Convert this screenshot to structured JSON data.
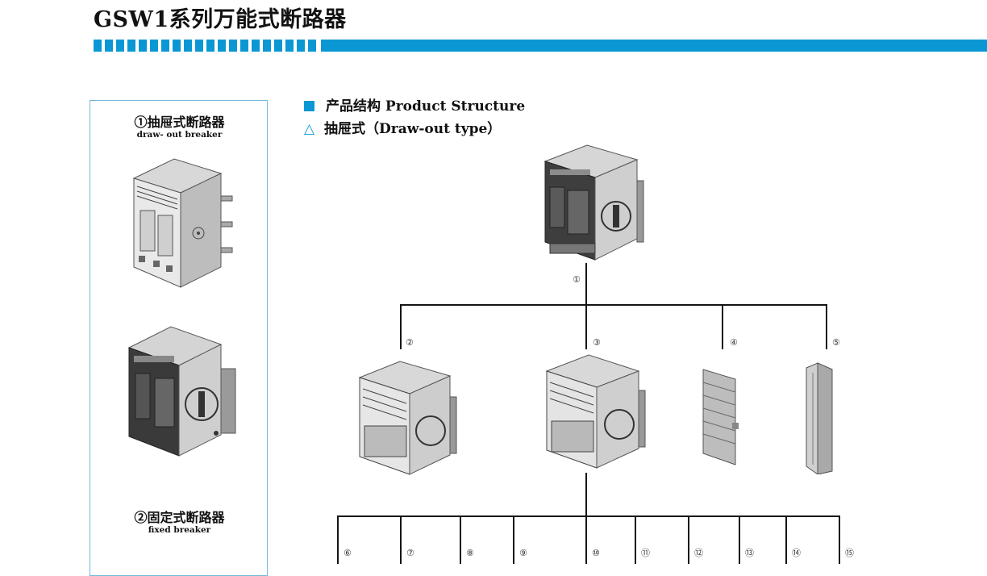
{
  "header": {
    "title": "GSW1系列万能式断路器"
  },
  "colors": {
    "accent": "#0a97d4"
  },
  "side_panel": {
    "items": [
      {
        "cn": "①抽屉式断路器",
        "en": "draw- out breaker"
      },
      {
        "cn": "②固定式断路器",
        "en": "fixed breaker"
      }
    ]
  },
  "main": {
    "section_heading": "产品结构 Product Structure",
    "subheading": "抽屉式（Draw-out type）",
    "section_icon": "blue-square-icon",
    "subheading_icon": "triangle-outline-icon"
  },
  "diagram": {
    "labels": {
      "l1": "①",
      "l2": "②",
      "l3": "③",
      "l4": "④",
      "l5": "⑤",
      "l6": "⑥",
      "l7": "⑦",
      "l8": "⑧",
      "l9": "⑨",
      "l10": "⑩",
      "l11": "⑪",
      "l12": "⑫",
      "l13": "⑬",
      "l14": "⑭",
      "l15": "⑮"
    }
  }
}
